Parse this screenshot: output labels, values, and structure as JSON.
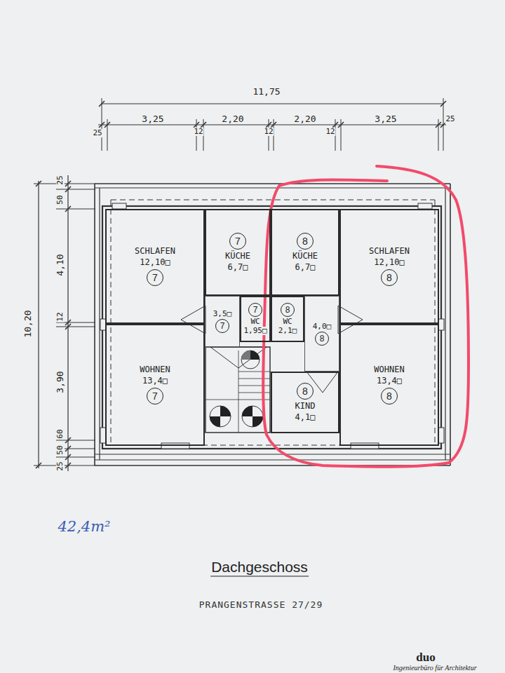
{
  "diagram": {
    "title": "Dachgeschoss",
    "nodes": [
      {
        "text": [
          "SCHLAFEN",
          "12,10□"
        ]
      },
      {
        "text": [
          "7"
        ],
        "in": 0
      },
      {
        "text": [
          "KÜCHE",
          "6,7□"
        ]
      },
      {
        "text": [
          "7"
        ],
        "in": 2
      },
      {
        "text": [
          "KÜCHE",
          "6,7□"
        ]
      },
      {
        "text": [
          "8"
        ],
        "in": 4
      },
      {
        "text": [
          "SCHLAFEN",
          "12,10□"
        ]
      },
      {
        "text": [
          "8"
        ],
        "in": 6
      },
      {
        "text": [
          "3,5□"
        ]
      },
      {
        "text": [
          "7"
        ],
        "in": 8
      },
      {
        "text": [
          "WC",
          "1,95□"
        ]
      },
      {
        "text": [
          "7"
        ],
        "in": 10
      },
      {
        "text": [
          "WC",
          "2,1□"
        ]
      },
      {
        "text": [
          "8"
        ],
        "in": 12
      },
      {
        "text": [
          "4,0□"
        ]
      },
      {
        "text": [
          "8"
        ],
        "in": 14
      },
      {
        "text": [
          "WOHNEN",
          "13,4□"
        ]
      },
      {
        "text": [
          "7"
        ],
        "in": 16
      },
      {
        "text": [
          "KIND",
          "4,1□"
        ]
      },
      {
        "text": [
          "8"
        ],
        "in": 18
      },
      {
        "text": [
          "WOHNEN",
          "13,4□"
        ]
      },
      {
        "text": [
          "8"
        ],
        "in": 20
      }
    ],
    "labels": [
      "11,75",
      "3,25",
      "2,20",
      "2,20",
      "3,25",
      "25",
      "12",
      "12",
      "12",
      "25",
      "25",
      "50",
      "4,10",
      "12",
      "3,90",
      "50",
      "60",
      "25",
      "10,20",
      "42,4m²",
      "PRANGENSTRASSE 27/29",
      "duo",
      "Ingenieurbüro für Architektur"
    ]
  }
}
